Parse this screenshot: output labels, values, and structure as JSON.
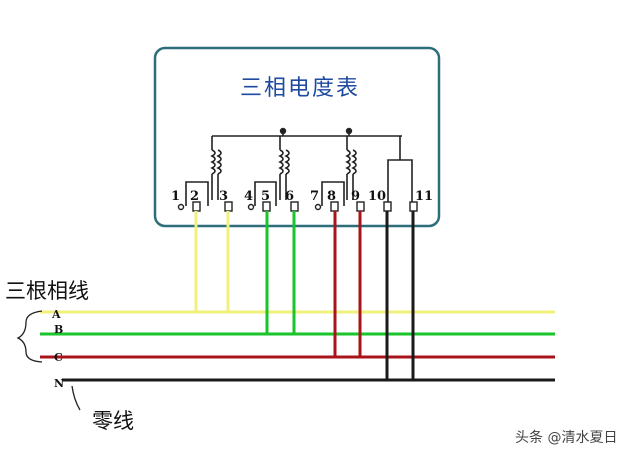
{
  "meter": {
    "title": "三相电度表"
  },
  "terminals": [
    "1",
    "2",
    "3",
    "4",
    "5",
    "6",
    "7",
    "8",
    "9",
    "10",
    "11"
  ],
  "lines": [
    {
      "label": "A",
      "color": "#f0f07a"
    },
    {
      "label": "B",
      "color": "#19c52a"
    },
    {
      "label": "C",
      "color": "#a81419"
    },
    {
      "label": "N",
      "color": "#1a1a1a"
    }
  ],
  "labels": {
    "phase_lines": "三根相线",
    "neutral_line": "零线"
  },
  "watermark": "头条 @清水夏日",
  "colors": {
    "meter_border": "#2c6e7a",
    "meter_title": "#1e4aa0"
  }
}
